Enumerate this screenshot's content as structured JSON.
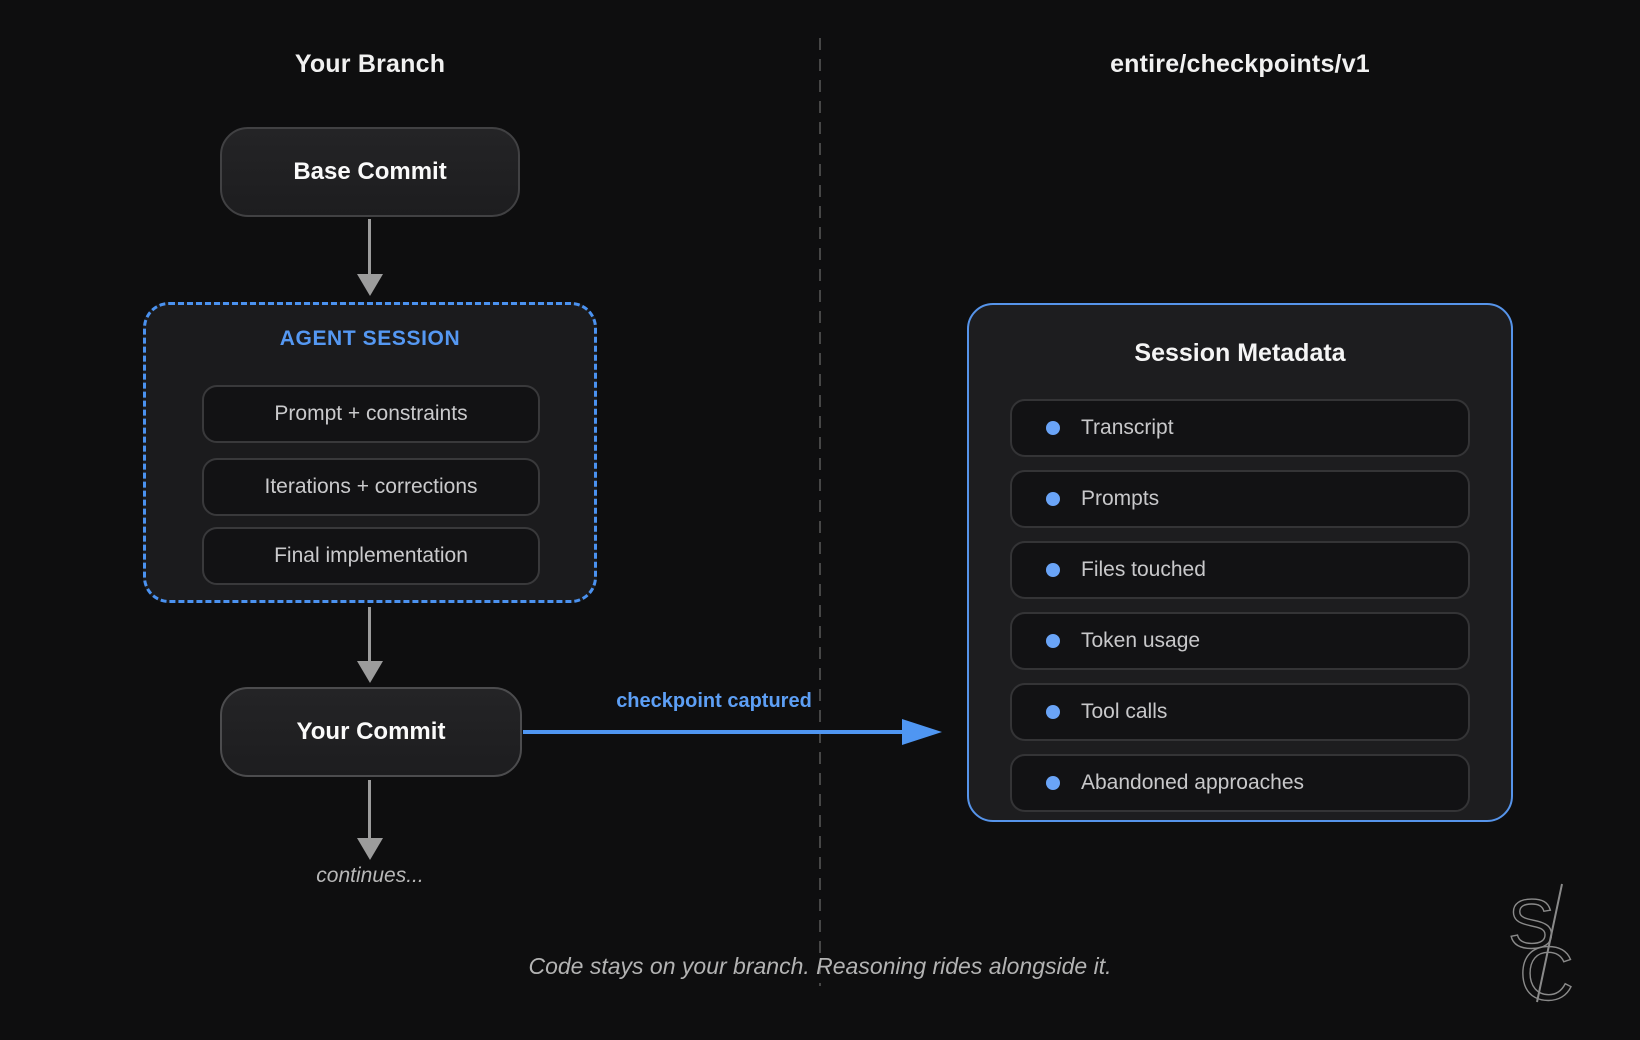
{
  "titles": {
    "left": "Your Branch",
    "right": "entire/checkpoints/v1"
  },
  "branch_flow": {
    "base_commit": "Base Commit",
    "agent_session": {
      "title": "AGENT SESSION",
      "items": [
        "Prompt + constraints",
        "Iterations + corrections",
        "Final implementation"
      ]
    },
    "your_commit": "Your Commit",
    "continues": "continues..."
  },
  "checkpoint": {
    "arrow_label": "checkpoint captured"
  },
  "metadata_panel": {
    "title": "Session Metadata",
    "items": [
      "Transcript",
      "Prompts",
      "Files touched",
      "Token usage",
      "Tool calls",
      "Abandoned approaches"
    ]
  },
  "caption": "Code stays on your branch. Reasoning rides alongside it.",
  "logo": {
    "top_letter": "S",
    "bottom_letter": "C"
  },
  "colors": {
    "background": "#0e0e0f",
    "accent_blue": "#5598f2",
    "arrow_gray": "#9c9c9c",
    "panel_border_blue": "#5694ea",
    "bullet_blue": "#6aa4f7"
  }
}
